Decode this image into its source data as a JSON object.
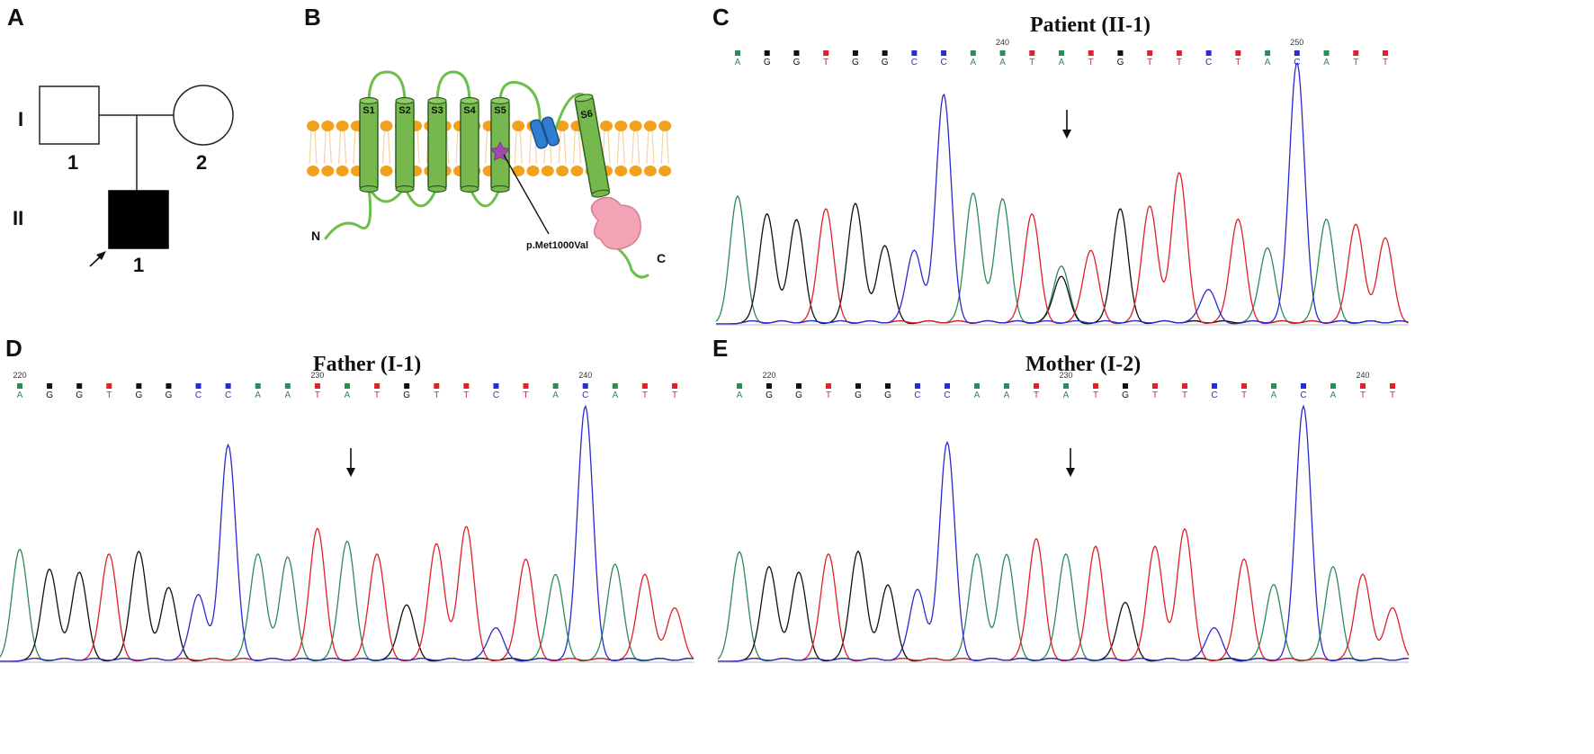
{
  "colors": {
    "A": "#2e8b57",
    "G": "#111111",
    "T": "#e0202a",
    "C": "#2a2ad0",
    "membrane_lipid": "#f2a01e",
    "helix_fill": "#76b84e",
    "helix_stroke": "#2f5f1f",
    "loop": "#6cbf4a",
    "pore_block": "#2f7fd0",
    "star": "#a04ab0",
    "c_domain": "#f2a3b5"
  },
  "panels": {
    "A": {
      "letter": "A",
      "generations": [
        "I",
        "II"
      ],
      "individuals": [
        {
          "id": "I-1",
          "number": "1",
          "sex": "male",
          "affected": false
        },
        {
          "id": "I-2",
          "number": "2",
          "sex": "female",
          "affected": false
        },
        {
          "id": "II-1",
          "number": "1",
          "sex": "male",
          "affected": true,
          "proband": true
        }
      ]
    },
    "B": {
      "letter": "B",
      "segments": [
        "S1",
        "S2",
        "S3",
        "S4",
        "S5",
        "S6"
      ],
      "mutation_label": "p.Met1000Val",
      "n_label": "N",
      "c_label": "C"
    },
    "C": {
      "letter": "C",
      "title": "Patient (II-1)",
      "sequence": [
        "A",
        "G",
        "G",
        "T",
        "G",
        "G",
        "C",
        "C",
        "A",
        "A",
        "T",
        "A",
        "T",
        "G",
        "T",
        "T",
        "C",
        "T",
        "A",
        "C",
        "A",
        "T",
        "T"
      ],
      "heterozygous_index": 11,
      "position_labels": [
        {
          "index": 9,
          "text": "240"
        },
        {
          "index": 19,
          "text": "250"
        }
      ],
      "peak_heights": [
        0.49,
        0.42,
        0.4,
        0.44,
        0.46,
        0.3,
        0.28,
        0.88,
        0.5,
        0.48,
        0.42,
        0.22,
        0.28,
        0.44,
        0.45,
        0.58,
        0.13,
        0.4,
        0.29,
        1.0,
        0.4,
        0.38,
        0.33
      ]
    },
    "D": {
      "letter": "D",
      "title": "Father (I-1)",
      "sequence": [
        "A",
        "G",
        "G",
        "T",
        "G",
        "G",
        "C",
        "C",
        "A",
        "A",
        "T",
        "A",
        "T",
        "G",
        "T",
        "T",
        "C",
        "T",
        "A",
        "C",
        "A",
        "T",
        "T"
      ],
      "position_labels": [
        {
          "index": 0,
          "text": "220"
        },
        {
          "index": 10,
          "text": "230"
        },
        {
          "index": 19,
          "text": "240"
        }
      ],
      "peak_heights": [
        0.44,
        0.36,
        0.35,
        0.42,
        0.43,
        0.29,
        0.26,
        0.85,
        0.42,
        0.41,
        0.52,
        0.47,
        0.42,
        0.22,
        0.46,
        0.53,
        0.13,
        0.4,
        0.34,
        1.0,
        0.38,
        0.34,
        0.21
      ]
    },
    "E": {
      "letter": "E",
      "title": "Mother (I-2)",
      "sequence": [
        "A",
        "G",
        "G",
        "T",
        "G",
        "G",
        "C",
        "C",
        "A",
        "A",
        "T",
        "A",
        "T",
        "G",
        "T",
        "T",
        "C",
        "T",
        "A",
        "C",
        "A",
        "T",
        "T"
      ],
      "position_labels": [
        {
          "index": 1,
          "text": "220"
        },
        {
          "index": 11,
          "text": "230"
        },
        {
          "index": 21,
          "text": "240"
        }
      ],
      "peak_heights": [
        0.43,
        0.37,
        0.35,
        0.42,
        0.43,
        0.3,
        0.28,
        0.86,
        0.42,
        0.42,
        0.48,
        0.42,
        0.45,
        0.23,
        0.45,
        0.52,
        0.13,
        0.4,
        0.3,
        1.0,
        0.37,
        0.34,
        0.21
      ]
    }
  }
}
